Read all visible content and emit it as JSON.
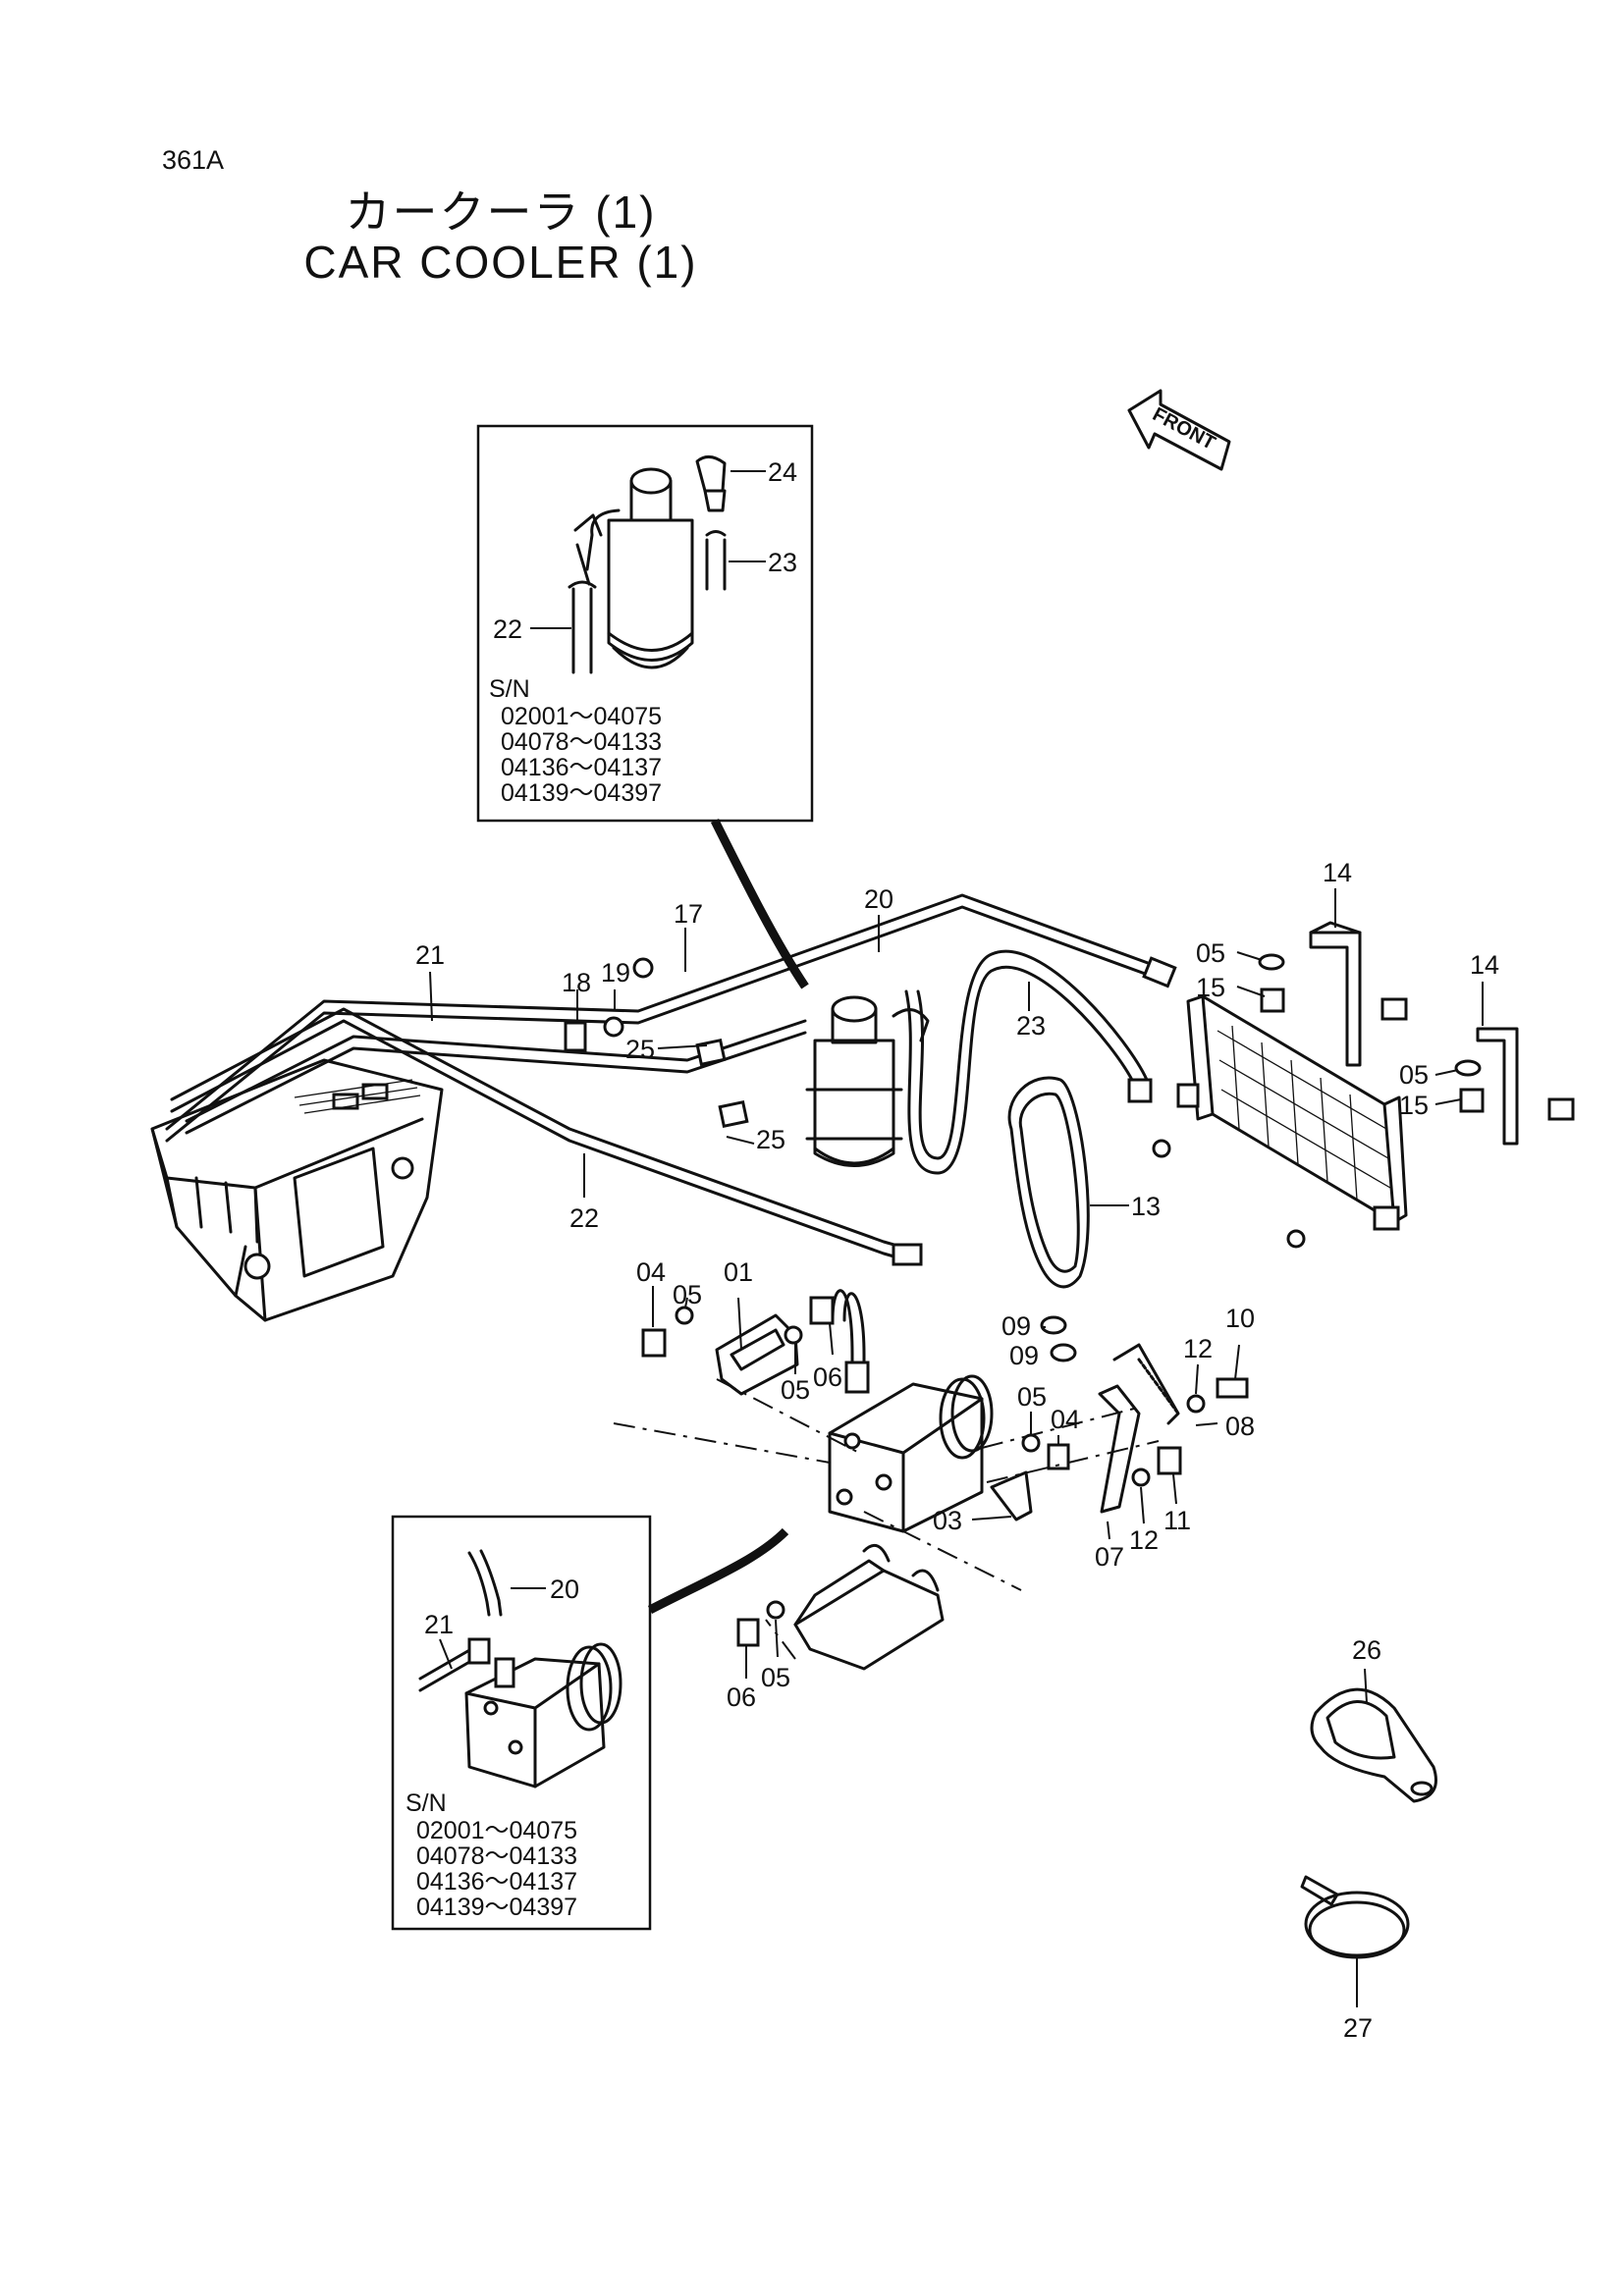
{
  "page_id": "361A",
  "title_jp": "カークーラ (1)",
  "title_en": "CAR COOLER (1)",
  "front_label": "FRONT",
  "inset_top": {
    "sn_label": "S/N",
    "ranges": [
      "02001～04075",
      "04078～04133",
      "04136～04137",
      "04139～04397"
    ],
    "callouts": [
      "24",
      "23",
      "22"
    ]
  },
  "inset_bottom": {
    "sn_label": "S/N",
    "ranges": [
      "02001～04075",
      "04078～04133",
      "04136～04137",
      "04139～04397"
    ],
    "callouts": [
      "20",
      "21"
    ]
  },
  "callouts": {
    "c14a": "14",
    "c05a": "05",
    "c15a": "15",
    "c14b": "14",
    "c05b": "05",
    "c15b": "15",
    "c20": "20",
    "c23": "23",
    "c21": "21",
    "c17": "17",
    "c19": "19",
    "c18": "18",
    "c25a": "25",
    "c25b": "25",
    "c22": "22",
    "c13": "13",
    "c04a": "04",
    "c05c": "05",
    "c01": "01",
    "c05d": "05",
    "c06a": "06",
    "c09a": "09",
    "c09b": "09",
    "c05e": "05",
    "c04b": "04",
    "c10": "10",
    "c12a": "12",
    "c08": "08",
    "c03": "03",
    "c07": "07",
    "c12b": "12",
    "c11": "11",
    "c06b": "06",
    "c05f": "05",
    "c26": "26",
    "c27": "27"
  }
}
